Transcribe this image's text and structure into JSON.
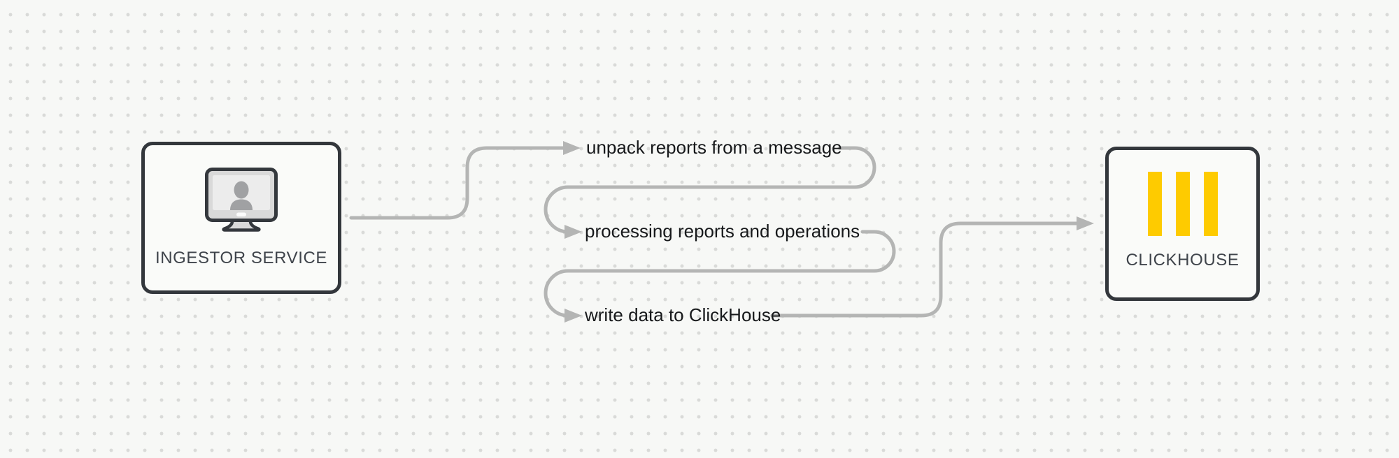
{
  "nodes": {
    "ingestor": {
      "label": "INGESTOR SERVICE",
      "icon": "monitor-user-icon"
    },
    "clickhouse": {
      "label": "CLICKHOUSE",
      "icon": "clickhouse-bars-icon"
    }
  },
  "steps": [
    {
      "label": "unpack reports from a message"
    },
    {
      "label": "processing reports and operations"
    },
    {
      "label": "write data to ClickHouse"
    }
  ],
  "colors": {
    "background": "#f7f8f6",
    "grid_dot": "#d9dad8",
    "connector": "#b4b5b4",
    "node_border": "#33373c",
    "node_fill": "#fafbf9",
    "node_label_text": "#3f444b",
    "step_text": "#17191b",
    "clickhouse_yellow": "#fecb00",
    "monitor_frame": "#34383d",
    "monitor_screen": "#ececec",
    "person_silhouette": "#a0a1a3"
  }
}
